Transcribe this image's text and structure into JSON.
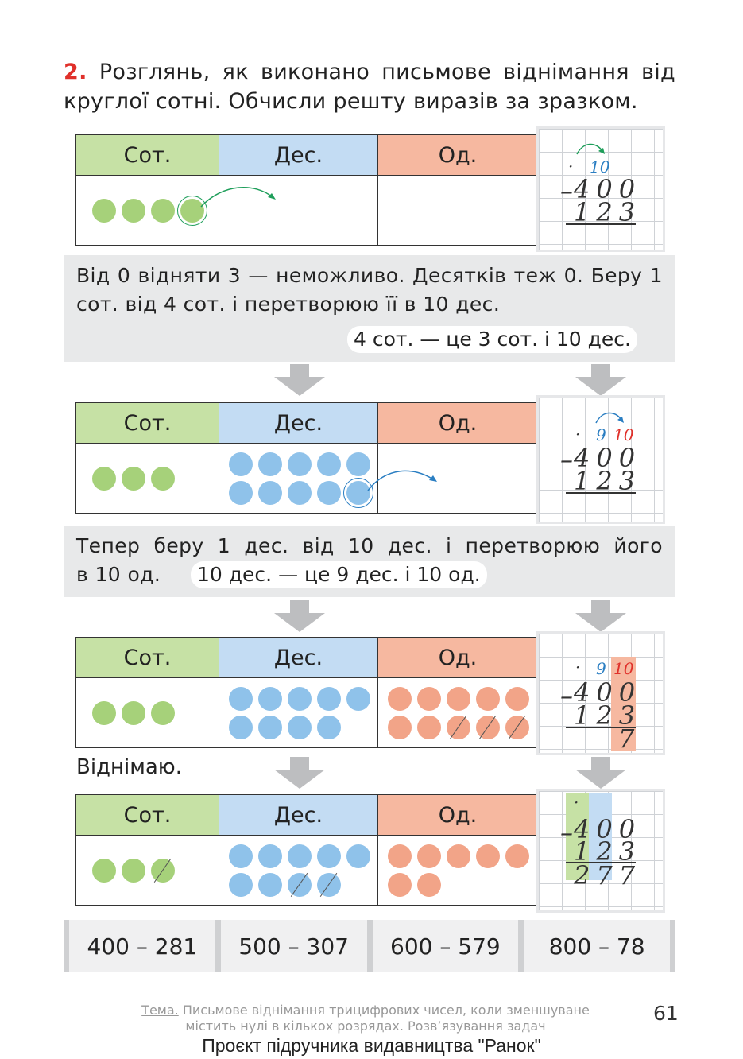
{
  "task": {
    "number": "2.",
    "text": "Розглянь, як виконано письмове віднімання від круглої сотні. Обчисли решту виразів за зразком."
  },
  "table_headers": {
    "hundreds": "Сот.",
    "tens": "Дес.",
    "ones": "Од."
  },
  "colors": {
    "hundreds": "#c6e1a5",
    "tens": "#c3dcf3",
    "ones": "#f6b8a0",
    "accent_red": "#e0302a",
    "blue": "#2a7ec2",
    "green": "#1e9e5a"
  },
  "steps": [
    {
      "counters": {
        "hundreds": 4,
        "tens": 0,
        "ones": 0
      },
      "notebook": {
        "carry_tens": "10",
        "minuend": "400",
        "subtrahend": "123"
      },
      "explanation": "Від 0 відняти 3 — неможливо. Десятків теж 0. Беру 1 сот. від 4 сот. і перетворюю її в 10 дес.",
      "note": "4 сот. — це 3 сот. і 10 дес."
    },
    {
      "counters": {
        "hundreds": 3,
        "tens": 10,
        "ones": 0
      },
      "notebook": {
        "carry_tens": "9",
        "carry_ones": "10",
        "minuend": "400",
        "subtrahend": "123"
      },
      "explanation_line1": "Тепер беру 1 дес. від 10 дес. і перетворюю його",
      "explanation_line2": "в 10 од.",
      "note": "10 дес. — це 9 дес. і 10 од."
    },
    {
      "counters": {
        "hundreds": 3,
        "tens": 9,
        "ones": 10
      },
      "notebook": {
        "carry_tens": "9",
        "carry_ones": "10",
        "minuend": "400",
        "subtrahend": "123",
        "result_ones": "7"
      },
      "caption": "Віднімаю."
    },
    {
      "counters": {
        "hundreds": 3,
        "tens": 9,
        "ones": 7
      },
      "notebook": {
        "minuend": "400",
        "subtrahend": "123",
        "result": "277"
      }
    }
  ],
  "exercises": [
    "400 – 281",
    "500 – 307",
    "600 – 579",
    "800 – 78"
  ],
  "footer": {
    "tema_label": "Тема.",
    "tema_text": "Письмове віднімання трицифрових чисел, коли зменшуване містить нулі в кількох розрядах. Розв’язування задач",
    "page_number": "61",
    "project": "Проєкт підручника видавництва \"Ранок\""
  }
}
